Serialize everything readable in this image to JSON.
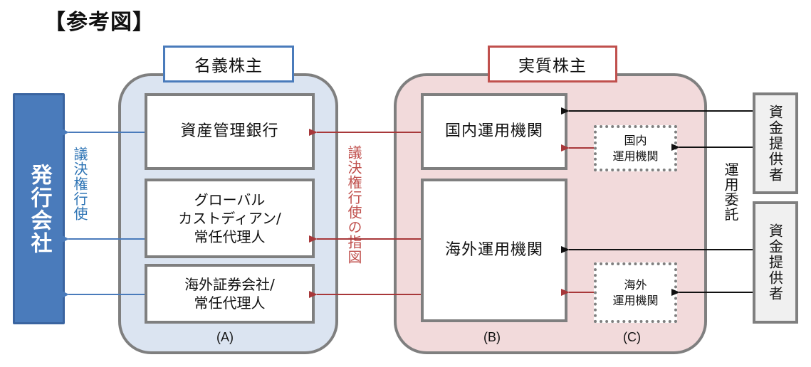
{
  "title": "【参考図】",
  "issuer": {
    "label": "発行会社"
  },
  "nominee": {
    "header": "名義株主",
    "section_label": "(A)",
    "boxes": [
      {
        "label": "資産管理銀行"
      },
      {
        "label_lines": [
          "グローバル",
          "カストディアン/",
          "常任代理人"
        ]
      },
      {
        "label_lines": [
          "海外証券会社/",
          "常任代理人"
        ]
      }
    ]
  },
  "voting_exercise": {
    "lines": [
      "議決権",
      "行使"
    ]
  },
  "voting_instruction": {
    "lines": [
      "議決権行使",
      "の指図"
    ]
  },
  "beneficial": {
    "header": "実質株主",
    "section_label_b": "(B)",
    "section_label_c": "(C)",
    "domestic_manager": "国内運用機関",
    "foreign_manager": "海外運用機関",
    "sub_domestic": {
      "label_lines": [
        "国内",
        "運用機関"
      ]
    },
    "sub_foreign": {
      "label_lines": [
        "海外",
        "運用機関"
      ]
    }
  },
  "mandate": {
    "label": "運用委託"
  },
  "funders": [
    {
      "label": "資金提供者"
    },
    {
      "label": "資金提供者"
    }
  ],
  "colors": {
    "issuer_blue": "#4a7bbb",
    "nominee_bg": "#dbe4f1",
    "beneficial_bg": "#f2dadb",
    "voting_arrow_blue": "#4a7bbb",
    "instruction_arrow_red": "#a8383a",
    "mandate_arrow_black": "#111111",
    "box_border_gray": "#7f7f7f"
  }
}
